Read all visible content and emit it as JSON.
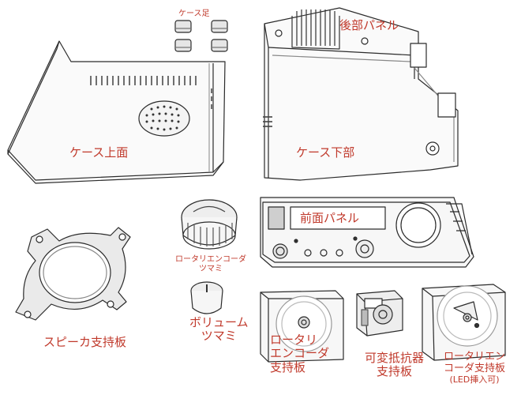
{
  "colors": {
    "label": "#c0392b",
    "ink": "#2b2b2b",
    "shade": "#bdbdbd",
    "background": "#ffffff"
  },
  "labels": {
    "case_feet": "ケース足",
    "rear_panel": "後部パネル",
    "case_top": "ケース上面",
    "case_bottom": "ケース下部",
    "front_panel": "前面パネル",
    "rotary_knob_line1": "ロータリエンコーダ",
    "rotary_knob_line2": "ツマミ",
    "volume_knob_line1": "ボリューム",
    "volume_knob_line2": "ツマミ",
    "speaker_bracket": "スピーカ支持板",
    "encoder_plate_line1": "ロータリ",
    "encoder_plate_line2": "エンコーダ",
    "encoder_plate_line3": "支持板",
    "pot_plate_line1": "可変抵抗器",
    "pot_plate_line2": "支持板",
    "led_plate_line1": "ロータリエン",
    "led_plate_line2": "コーダ支持板",
    "led_plate_line3": "(LED挿入可)"
  }
}
